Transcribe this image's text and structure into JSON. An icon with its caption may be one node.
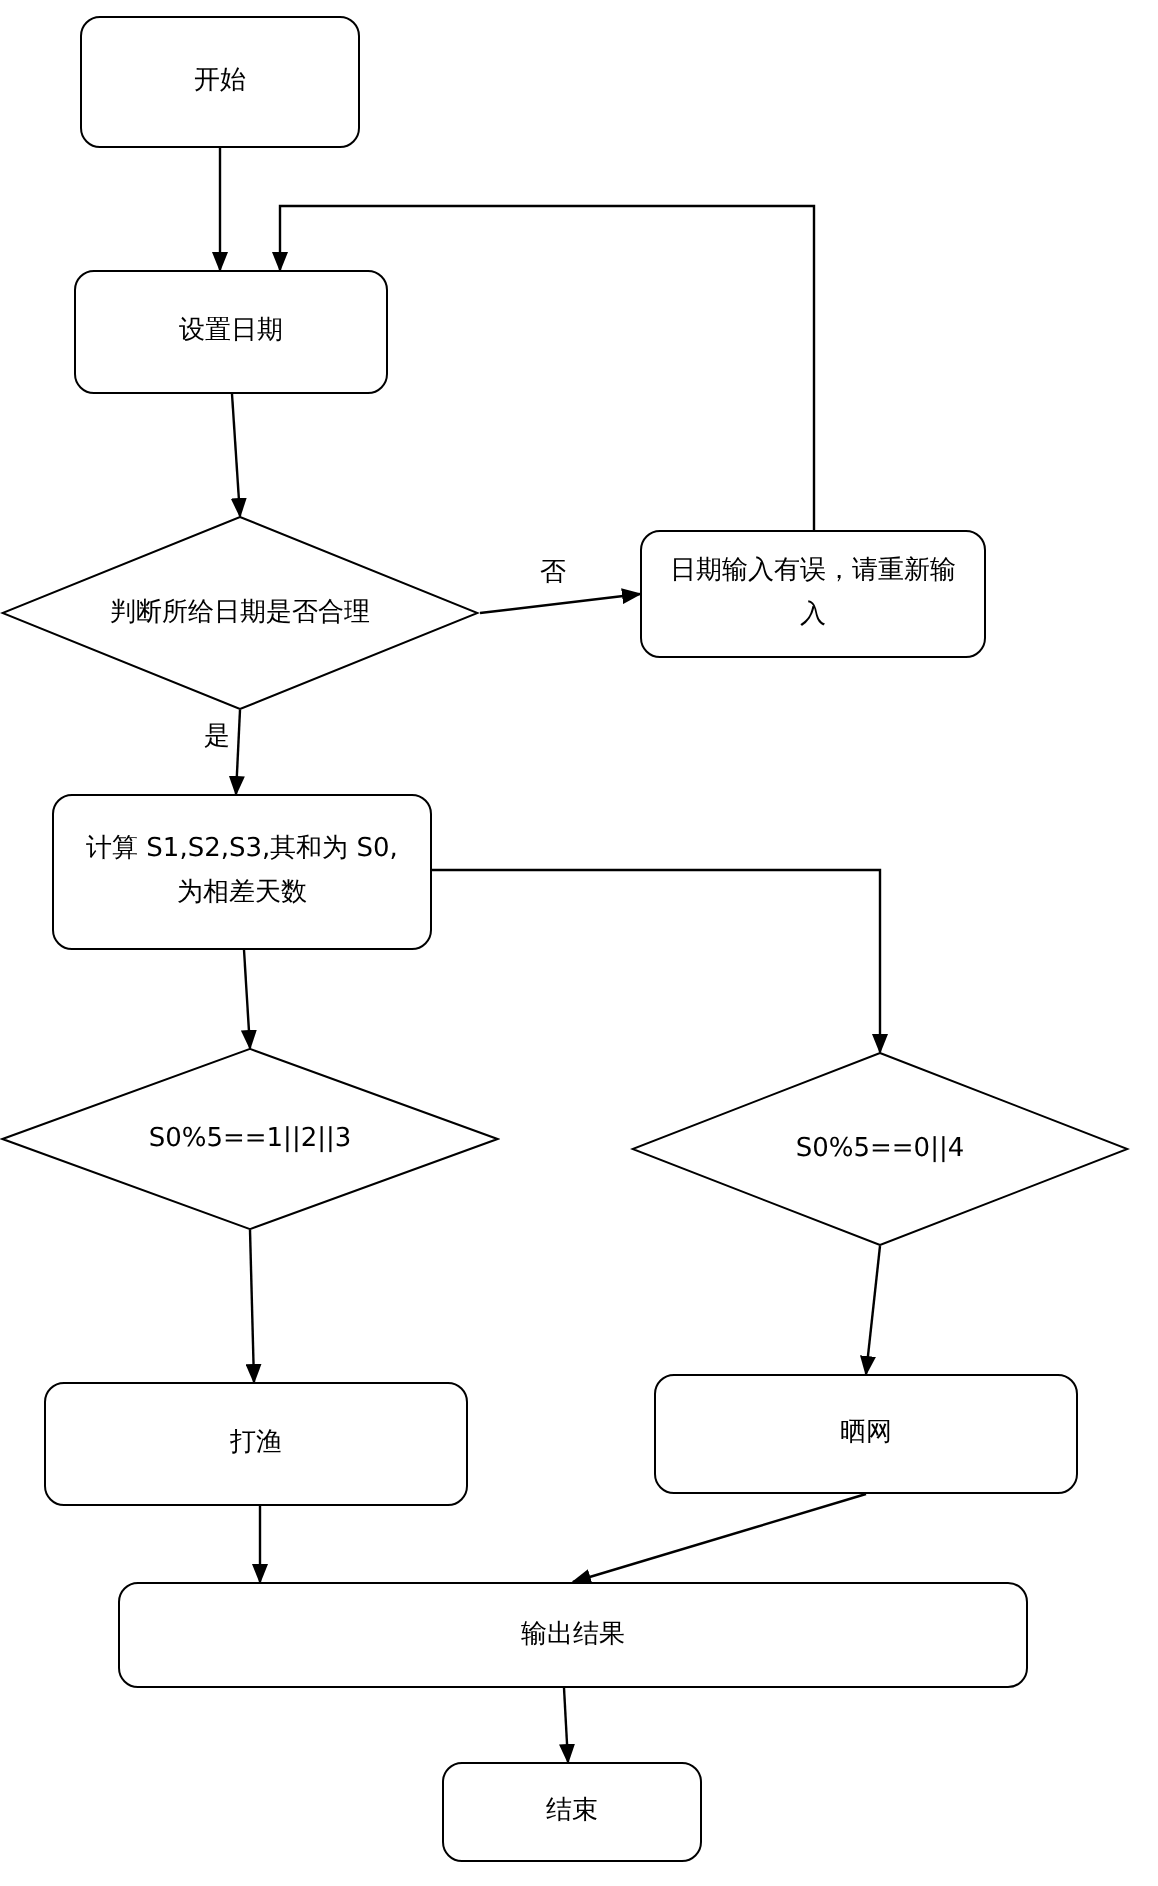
{
  "diagram": {
    "nodes": [
      {
        "text": [
          "开始"
        ]
      },
      {
        "text": [
          "设置日期"
        ]
      },
      {
        "text": [
          "判断所给日期是否合理"
        ]
      },
      {
        "text": [
          "日期输入有误，请重新输入"
        ]
      },
      {
        "text": [
          "计算 S1,S2,S3,其和为 S0,为相差天数"
        ]
      },
      {
        "text": [
          "S0%5==1||2||3"
        ]
      },
      {
        "text": [
          "S0%5==0||4"
        ]
      },
      {
        "text": [
          "打渔"
        ]
      },
      {
        "text": [
          "晒网"
        ]
      },
      {
        "text": [
          "输出结果"
        ]
      },
      {
        "text": [
          "结束"
        ]
      }
    ],
    "edges": [
      {
        "from": 0,
        "to": 1,
        "arrow": "to"
      },
      {
        "from": 1,
        "to": 2,
        "arrow": "to"
      },
      {
        "from": 2,
        "to": 3,
        "arrow": "to",
        "label": "否"
      },
      {
        "from": 3,
        "to": 1,
        "arrow": "to"
      },
      {
        "from": 2,
        "to": 4,
        "arrow": "to",
        "label": "是"
      },
      {
        "from": 4,
        "to": 5,
        "arrow": "to"
      },
      {
        "from": 4,
        "to": 6,
        "arrow": "to"
      },
      {
        "from": 5,
        "to": 7,
        "arrow": "to"
      },
      {
        "from": 6,
        "to": 8,
        "arrow": "to"
      },
      {
        "from": 7,
        "to": 9,
        "arrow": "to"
      },
      {
        "from": 8,
        "to": 9,
        "arrow": "to"
      },
      {
        "from": 9,
        "to": 10,
        "arrow": "to"
      }
    ]
  }
}
